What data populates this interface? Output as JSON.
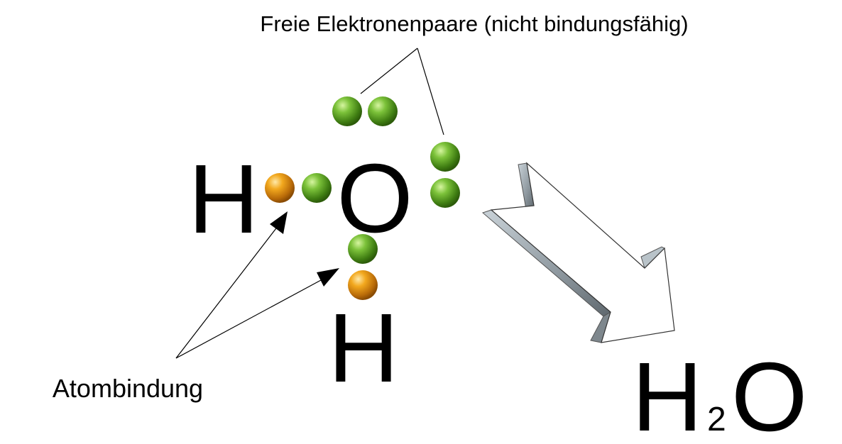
{
  "labels": {
    "lone_pairs": "Freie Elektronenpaare (nicht bindungsfähig)",
    "bond": "Atombindung"
  },
  "atoms": {
    "hydrogen_left": "H",
    "oxygen": "O",
    "hydrogen_bottom": "H"
  },
  "formula": {
    "h": "H",
    "subscript": "2",
    "o": "O"
  },
  "colors": {
    "lone_pair_electron": "#5a9e1e",
    "hydrogen_electron": "#e0901a",
    "arrow_face": "#ffffff",
    "arrow_side": "#8a959c"
  },
  "icons": {
    "electron": "sphere",
    "reaction_arrow": "3d-arrow"
  }
}
